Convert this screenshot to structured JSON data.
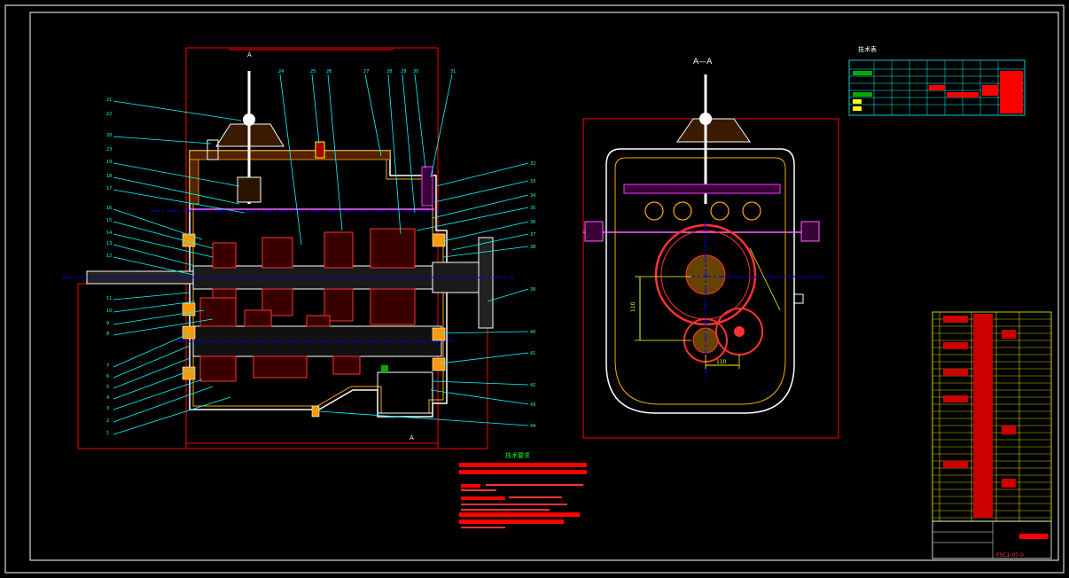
{
  "drawing": {
    "section_label": "A—A",
    "view_marker_a": "A",
    "tech_req_title": "技术要求",
    "tech_req_lines": [
      "1.",
      "2.",
      "3.",
      "4.",
      "5.",
      "6.",
      "7.",
      "8."
    ],
    "tech_req_text_4": "4.",
    "param_table_title": "技术表",
    "title_block_code": "FSC1-07-0",
    "dim_left": "110",
    "dim_bottom": "110"
  },
  "colors": {
    "background": "#000000",
    "outline": "#ffffff",
    "body": "#ffaa00",
    "leader": "#00ffff",
    "dimension": "#ff0000",
    "axis": "#0000ff",
    "gear": "#ff3333",
    "table_line": "#ffff00",
    "green": "#00ff00"
  },
  "callouts_left": [
    "1",
    "2",
    "3",
    "4",
    "5",
    "6",
    "7",
    "8",
    "9",
    "10",
    "11",
    "12",
    "13",
    "14",
    "15",
    "16",
    "17",
    "18",
    "19",
    "20",
    "21",
    "22",
    "23"
  ],
  "callouts_top": [
    "24",
    "25",
    "26",
    "27",
    "28",
    "29",
    "30",
    "31"
  ],
  "callouts_right": [
    "32",
    "33",
    "34",
    "35",
    "36",
    "37",
    "38",
    "39",
    "40",
    "41",
    "42",
    "43",
    "44"
  ]
}
